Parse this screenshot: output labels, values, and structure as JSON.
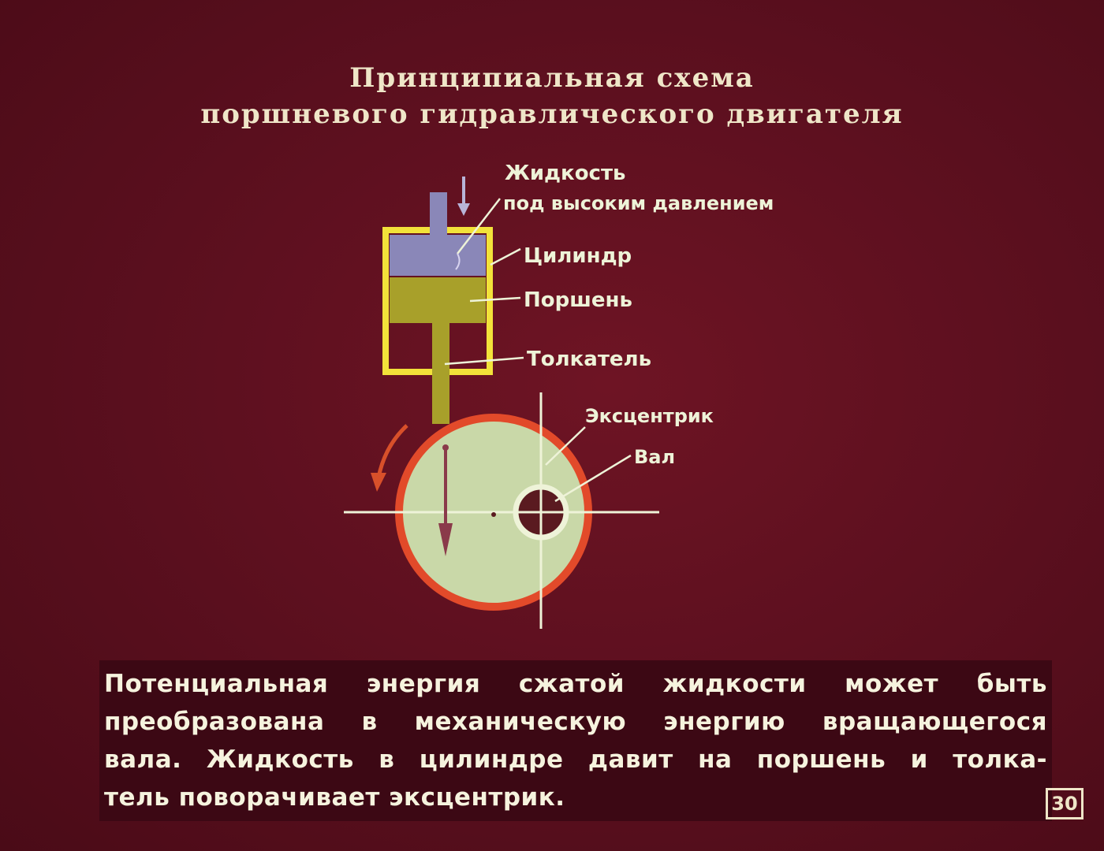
{
  "title": {
    "line1": "Принципиальная схема",
    "line2": "поршневого гидравлического двигателя"
  },
  "labels": {
    "fluid_line1": "Жидкость",
    "fluid_line2": "под высоким давлением",
    "cylinder": "Цилиндр",
    "piston": "Поршень",
    "pusher": "Толкатель",
    "eccentric": "Эксцентрик",
    "shaft": "Вал"
  },
  "caption": {
    "lines": [
      "Потенциальная энергия сжатой жидкости может быть",
      "преобразована в механическую энергию вращающегося",
      "вала. Жидкость в цилиндре давит на поршень и толка-",
      "тель поворачивает эксцентрик."
    ]
  },
  "slide_number": "30",
  "colors": {
    "background": "#5a0f1e",
    "cylinder_outline": "#f2e23a",
    "fluid": "#8a87b8",
    "piston": "#a8a02a",
    "eccentric_fill": "#c9d8a8",
    "eccentric_rim": "#e24a2a",
    "rotation_arrow": "#d8502a",
    "text": "#eef3d8"
  }
}
